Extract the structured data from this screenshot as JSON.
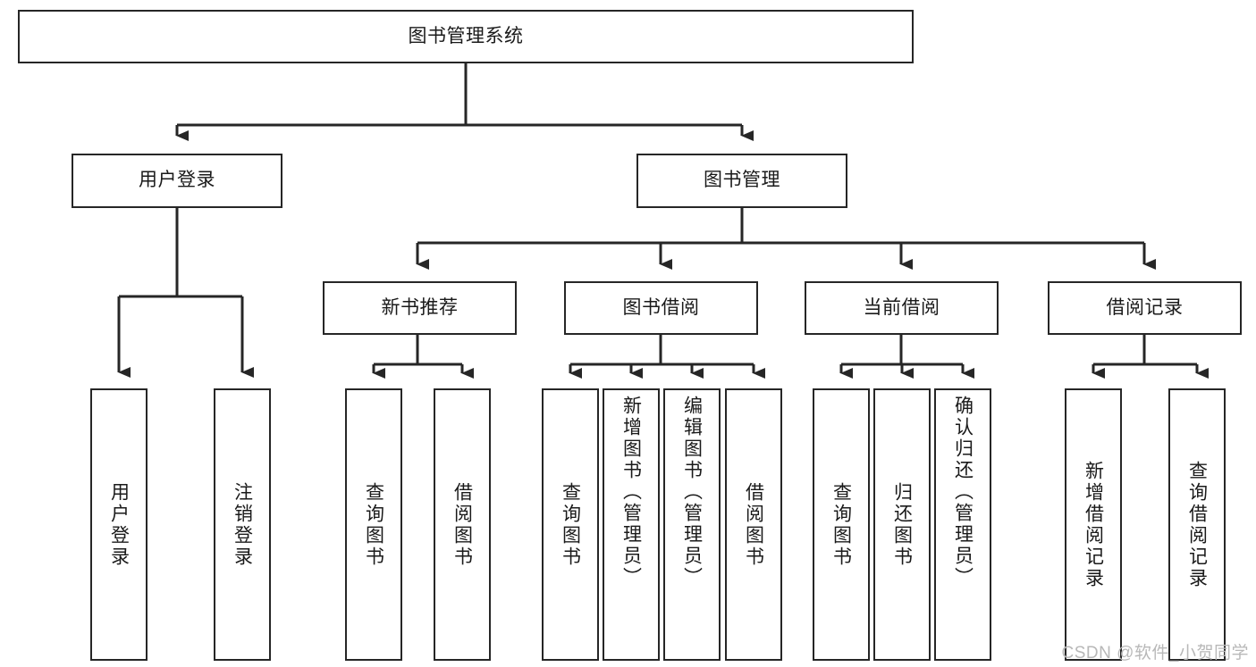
{
  "diagram": {
    "title": "图书管理系统",
    "type": "tree-hierarchy-diagram",
    "root": {
      "id": "root",
      "label": "图书管理系统"
    },
    "level2": [
      {
        "id": "user-login",
        "label": "用户登录"
      },
      {
        "id": "book-manage",
        "label": "图书管理"
      }
    ],
    "level3": [
      {
        "id": "new-book-recommend",
        "label": "新书推荐"
      },
      {
        "id": "book-borrow",
        "label": "图书借阅"
      },
      {
        "id": "current-borrow",
        "label": "当前借阅"
      },
      {
        "id": "borrow-record",
        "label": "借阅记录"
      }
    ],
    "leaves": [
      {
        "id": "leaf-user-login",
        "label": "用户登录",
        "parent": "user-login"
      },
      {
        "id": "leaf-user-logout",
        "label": "注销登录",
        "parent": "user-login"
      },
      {
        "id": "leaf-query-book-1",
        "label": "查询图书",
        "parent": "new-book-recommend"
      },
      {
        "id": "leaf-borrow-book-1",
        "label": "借阅图书",
        "parent": "new-book-recommend"
      },
      {
        "id": "leaf-query-book-2",
        "label": "查询图书",
        "parent": "book-borrow"
      },
      {
        "id": "leaf-add-book",
        "label": "新增图书（管理员）",
        "parent": "book-borrow"
      },
      {
        "id": "leaf-edit-book",
        "label": "编辑图书（管理员）",
        "parent": "book-borrow"
      },
      {
        "id": "leaf-borrow-book-2",
        "label": "借阅图书",
        "parent": "book-borrow"
      },
      {
        "id": "leaf-query-book-3",
        "label": "查询图书",
        "parent": "current-borrow"
      },
      {
        "id": "leaf-return-book",
        "label": "归还图书",
        "parent": "current-borrow"
      },
      {
        "id": "leaf-confirm-return",
        "label": "确认归还（管理员）",
        "parent": "current-borrow"
      },
      {
        "id": "leaf-add-record",
        "label": "新增借阅记录",
        "parent": "borrow-record"
      },
      {
        "id": "leaf-query-record",
        "label": "查询借阅记录",
        "parent": "borrow-record"
      }
    ],
    "colors": {
      "stroke": "#262626",
      "fill": "#ffffff",
      "text": "#1a1a1a",
      "watermark": "#b8b8b8"
    }
  },
  "watermark": {
    "text": "CSDN @软件_小贺同学"
  }
}
